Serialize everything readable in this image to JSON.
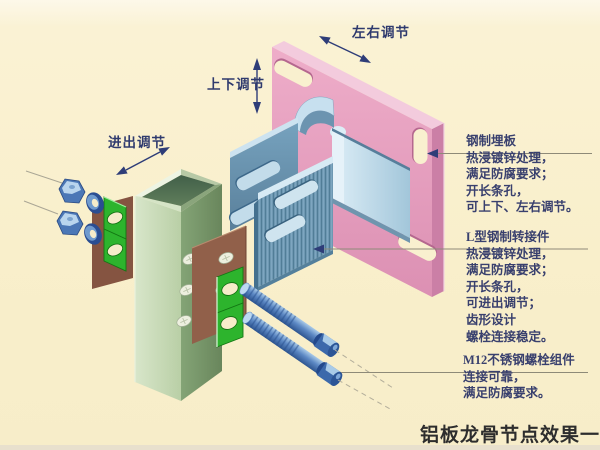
{
  "meta": {
    "caption": "铝板龙骨节点效果一",
    "description": "isometric exploded diagram of aluminum panel keel joint"
  },
  "adjustments": {
    "left_right": "左右调节",
    "up_down": "上下调节",
    "in_out": "进出调节"
  },
  "annotations": {
    "embed_plate": {
      "lines": [
        "钢制埋板",
        "热浸镀锌处理，",
        "满足防腐要求；",
        "开长条孔，",
        "可上下、左右调节。"
      ]
    },
    "l_bracket": {
      "lines": [
        "L型钢制转接件",
        "热浸镀锌处理，",
        "满足防腐要求；",
        "开长条孔，",
        "可进出调节；",
        "齿形设计",
        "螺栓连接稳定。"
      ]
    },
    "bolt_group": {
      "lines": [
        "M12不锈钢螺栓组件",
        "连接可靠，",
        "满足防腐要求。"
      ]
    }
  },
  "colors": {
    "background": "#f9efcb",
    "plate_pink": "#e49fbe",
    "plate_pink_edge_top": "#f3cbdd",
    "plate_pink_edge_side": "#cb7fa6",
    "bracket_blue": "#7ea6c0",
    "bracket_light": "#cde3f0",
    "column_green_front": "#c9dcb8",
    "column_green_side": "#7a9a6e",
    "washer_green": "#2db42d",
    "brown_shim": "#91604a",
    "bolt_blue": "#4a77b6",
    "nut_blue_top": "#b9d5ee",
    "text_navy": "#39406e",
    "arrow_navy": "#2e3d78",
    "leader_gray": "#8e8a78",
    "caption_dark": "#2d2d2d"
  }
}
